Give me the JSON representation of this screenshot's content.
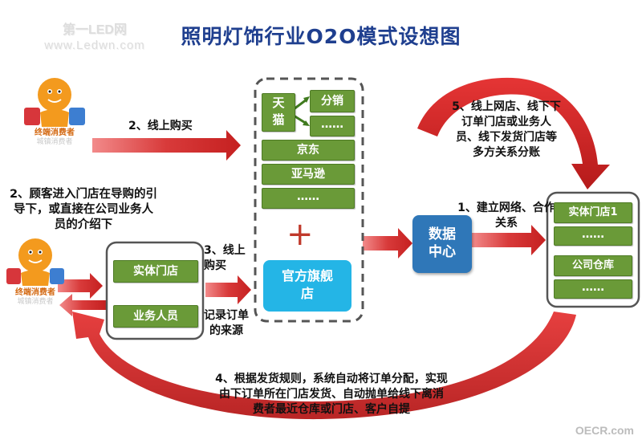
{
  "header": {
    "title": "照明灯饰行业O2O模式设想图"
  },
  "watermark": {
    "logo_line1": "第一LED网",
    "logo_line2": "www.Ledwn.com",
    "corner": "OECR.com"
  },
  "actors": {
    "consumer_top_label": "终端消费者",
    "consumer_top_sub": "城镇消费者",
    "consumer_bottom_label": "终端消费者",
    "consumer_bottom_sub": "城镇消费者"
  },
  "online_channels": {
    "tmall": "天猫",
    "distribution": "分销",
    "tmall_more": "……",
    "jd": "京东",
    "amazon": "亚马逊",
    "more": "……",
    "plus": "+",
    "official_store": "官方旗舰店"
  },
  "offline_channels": {
    "physical_store": "实体门店",
    "sales_staff": "业务人员"
  },
  "data_center": "数据中心",
  "right_stack": {
    "store1": "实体门店1",
    "more1": "……",
    "warehouse": "公司仓库",
    "more2": "……"
  },
  "steps": {
    "step1": "1、建立网络、合作关系",
    "step2": "2、线上购买",
    "step2b": "2、顾客进入门店在导购的引导下，或直接在公司业务人员的介绍下",
    "step3": "3、线上购买",
    "step3_note": "记录订单的来源",
    "step4": "4、根据发货规则，系统自动将订单分配，实现由下订单所在门店发货、自动抛单给线下离消费者最近仓库或门店、客户自提",
    "step5": "5、线上网店、线下下订单门店或业务人员、线下发货门店等多方关系分账"
  },
  "colors": {
    "title": "#1f3f8f",
    "green_box": "#6a9a38",
    "data_center": "#2f77b8",
    "official_store": "#24b5e6",
    "arrow_red": "#c0392b"
  }
}
